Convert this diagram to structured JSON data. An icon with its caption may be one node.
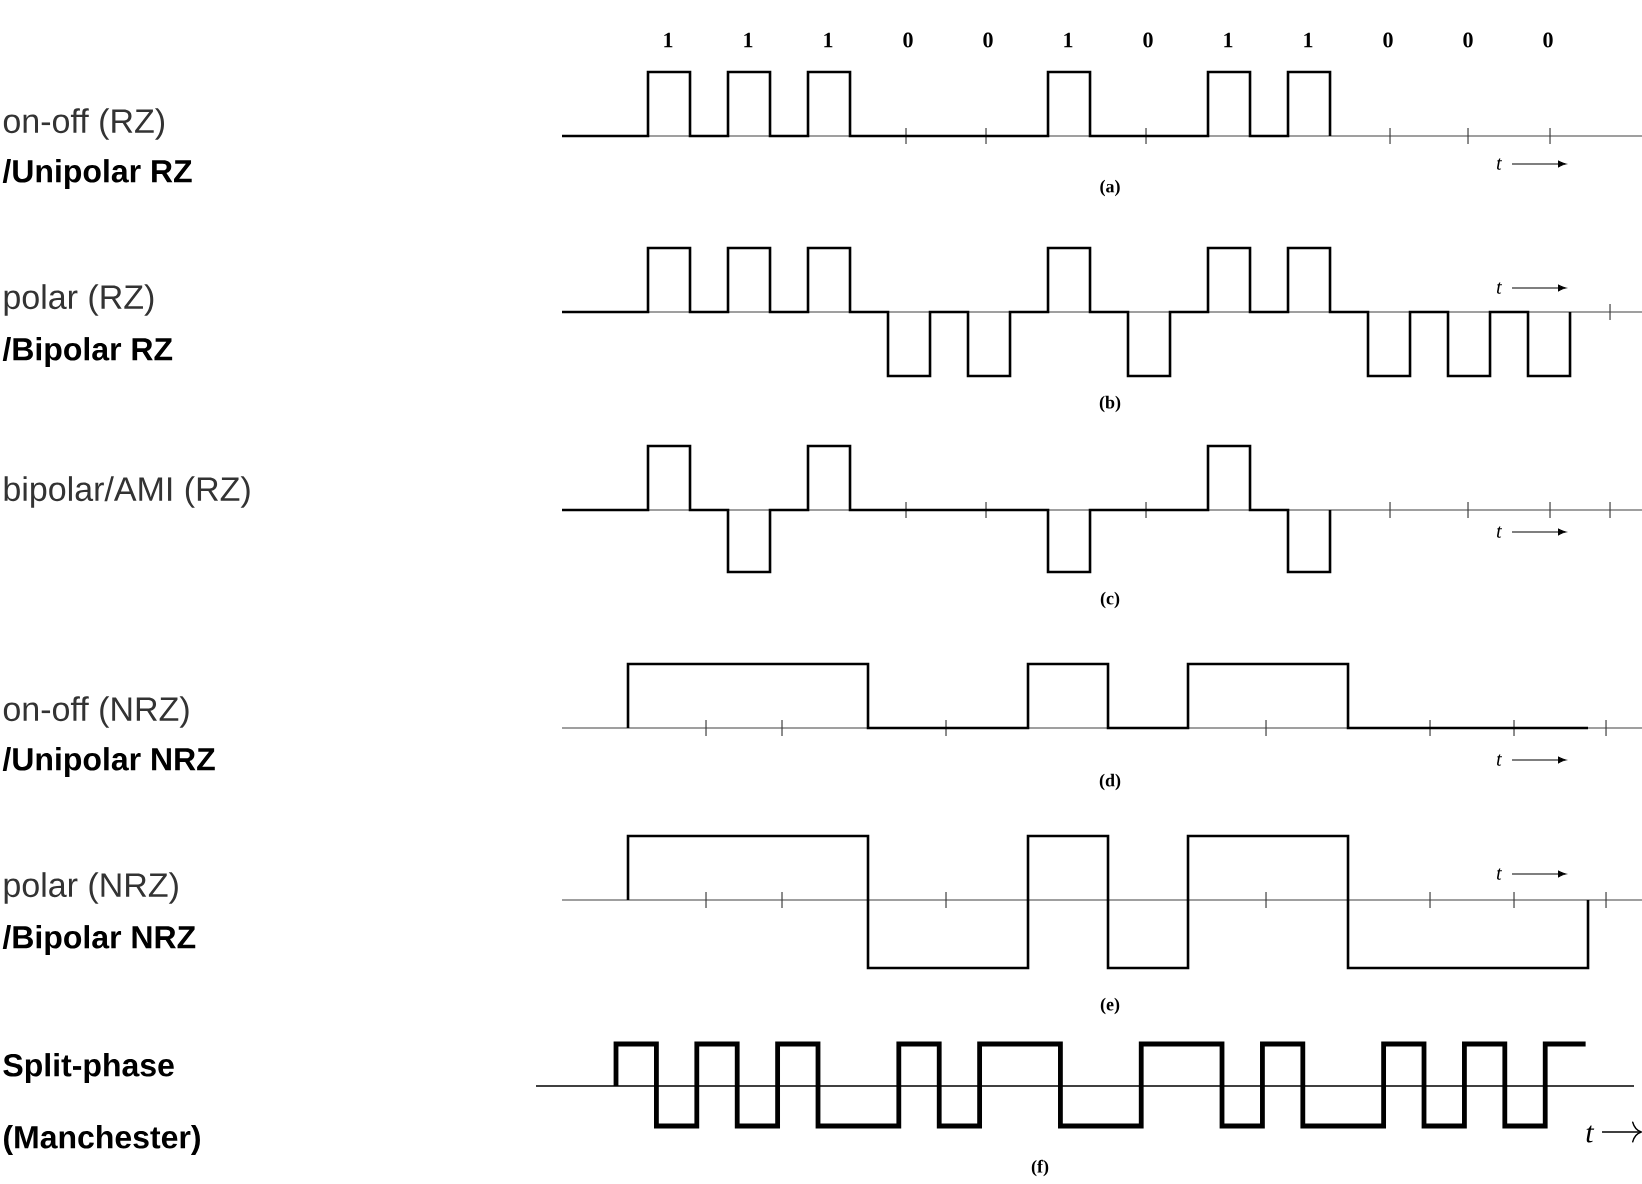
{
  "diagram": {
    "labels": [
      "1",
      "1",
      "1",
      "0",
      "0",
      "1",
      "0",
      "1",
      "1",
      "0",
      "0",
      "0",
      "on-off (RZ)",
      "/Unipolar RZ",
      "t",
      "(a)",
      "polar (RZ)",
      "/Bipolar RZ",
      "t",
      "(b)",
      "bipolar/AMI (RZ)",
      "t",
      "(c)",
      "on-off (NRZ)",
      "/Unipolar NRZ",
      "t",
      "(d)",
      "polar (NRZ)",
      "/Bipolar NRZ",
      "t",
      "(e)",
      "Split-phase",
      "(Manchester)",
      "t",
      "(f)"
    ]
  }
}
